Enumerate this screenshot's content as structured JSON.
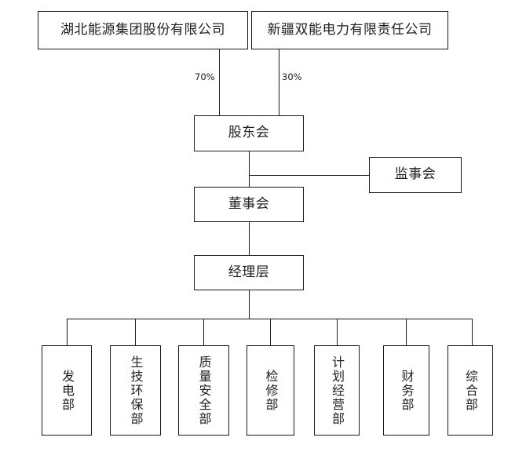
{
  "diagram": {
    "type": "organizational-chart",
    "orientation": "top-down",
    "line_color": "#1a1a1a",
    "box_fill": "#ffffff",
    "text_color": "#1f1f1f"
  },
  "shareholders": [
    {
      "id": "shareholder-hubei",
      "name": "湖北能源集团股份有限公司",
      "ownership_label": "70%",
      "ownership_value": 70
    },
    {
      "id": "shareholder-xinjiang",
      "name": "新疆双能电力有限责任公司",
      "ownership_label": "30%",
      "ownership_value": 30
    }
  ],
  "governance": {
    "shareholders_meeting": "股东会",
    "board_of_directors": "董事会",
    "board_of_supervisors": "监事会",
    "management": "经理层"
  },
  "departments": [
    {
      "id": "dept-power-generation",
      "name": "发电部"
    },
    {
      "id": "dept-production-env",
      "name": "生技环保部"
    },
    {
      "id": "dept-quality-safety",
      "name": "质量安全部"
    },
    {
      "id": "dept-maintenance",
      "name": "检修部"
    },
    {
      "id": "dept-planning-operations",
      "name": "计划经营部"
    },
    {
      "id": "dept-finance",
      "name": "财务部"
    },
    {
      "id": "dept-general-affairs",
      "name": "综合部"
    }
  ]
}
